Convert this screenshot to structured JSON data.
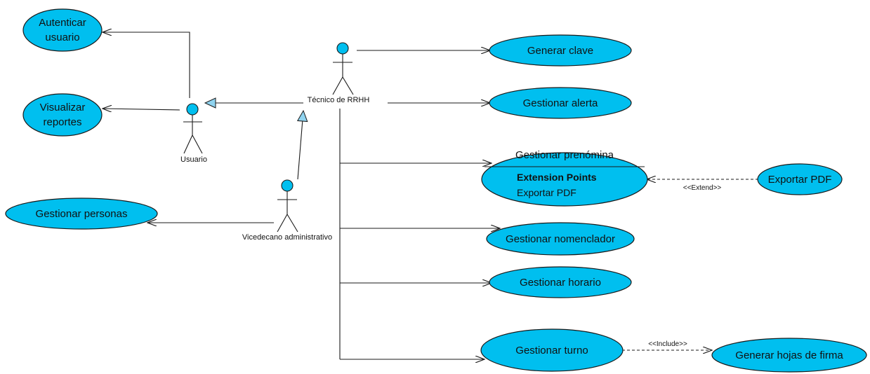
{
  "actors": {
    "usuario": "Usuario",
    "tecnico": "Técnico de RRHH",
    "vicedecano": "Vicedecano administrativo"
  },
  "use_cases": {
    "autenticar": [
      "Autenticar",
      "usuario"
    ],
    "visualizar": [
      "Visualizar",
      "reportes"
    ],
    "gestionar_personas": "Gestionar personas",
    "generar_clave": "Generar clave",
    "gestionar_alerta": "Gestionar alerta",
    "gestionar_prenomina": "Gestionar prenómina",
    "gestionar_nomenclador": "Gestionar nomenclador",
    "gestionar_horario": "Gestionar horario",
    "gestionar_turno": "Gestionar turno",
    "exportar_pdf": "Exportar PDF",
    "generar_hojas": "Generar hojas de firma"
  },
  "extension_points": {
    "title": "Extension Points",
    "items": [
      "Exportar PDF"
    ]
  },
  "stereotypes": {
    "extend": "<<Extend>>",
    "include": "<<Include>>"
  },
  "colors": {
    "use_case_fill": "#00bfef",
    "generalization_head": "#8fd3ef",
    "stroke": "#1a1a1a"
  }
}
